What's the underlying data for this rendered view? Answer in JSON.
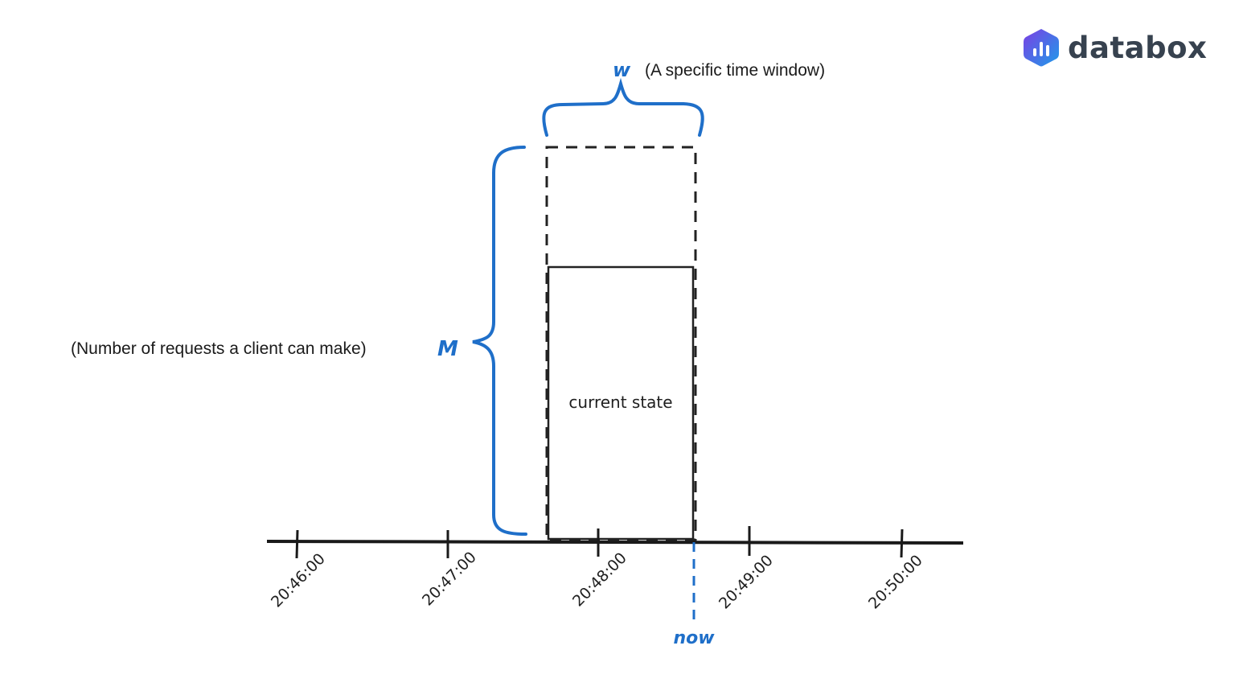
{
  "logo": {
    "text": "databox",
    "colors": {
      "hex_start": "#7b3fe4",
      "hex_end": "#1e9be9",
      "word": "#37424f"
    }
  },
  "window_label": {
    "symbol": "w",
    "description": "(A specific time window)"
  },
  "limit_label": {
    "symbol": "M",
    "description": "(Number of requests a client can make)"
  },
  "bar": {
    "label": "current state"
  },
  "now_marker": {
    "label": "now"
  },
  "axis": {
    "ticks": [
      "20:46:00",
      "20:47:00",
      "20:48:00",
      "20:49:00",
      "20:50:00"
    ]
  },
  "colors": {
    "accent_blue": "#1f6fc9",
    "ink": "#1f1f1f"
  }
}
